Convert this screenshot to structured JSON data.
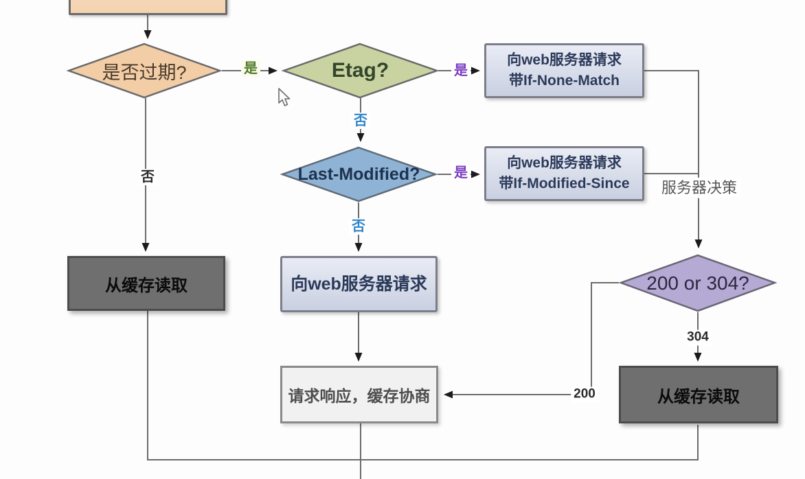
{
  "diagram_title": "HTTP browser cache decision flowchart",
  "colors": {
    "background": "#fdfdfd",
    "line": "#6b6b6b",
    "arrowhead": "#1b1b1b",
    "top_box_fill": "#f5d8ba",
    "expired_diamond_fill": "#f2cda6",
    "etag_diamond_fill": "#c9d2a1",
    "last_modified_diamond_fill": "#8fb3d4",
    "status_diamond_fill": "#b4aad3",
    "request_box_fill": "#dde3ef",
    "gray_box_fill": "#6f6f6f",
    "response_box_fill": "#f1f1f1",
    "yes_green": "#4e7a28",
    "yes_purple": "#7b3cc0",
    "no_blue": "#2e86c8"
  },
  "nodes": {
    "expired": {
      "label": "是否过期?"
    },
    "etag": {
      "label": "Etag?"
    },
    "last_modified": {
      "label": "Last-Modified?"
    },
    "status": {
      "label": "200 or 304?"
    },
    "if_none_match": {
      "line1": "向web服务器请求",
      "line2": "带If-None-Match"
    },
    "if_modified_since": {
      "line1": "向web服务器请求",
      "line2": "带If-Modified-Since"
    },
    "read_cache_left": {
      "label": "从缓存读取"
    },
    "request_server": {
      "label": "向web服务器请求"
    },
    "response": {
      "label": "请求响应，缓存协商"
    },
    "read_cache_right": {
      "label": "从缓存读取"
    }
  },
  "edge_labels": {
    "expired_yes": "是",
    "expired_no": "否",
    "etag_yes": "是",
    "etag_no": "否",
    "last_modified_yes": "是",
    "last_modified_no": "否",
    "server_decision": "服务器决策",
    "status_304": "304",
    "status_200": "200"
  }
}
